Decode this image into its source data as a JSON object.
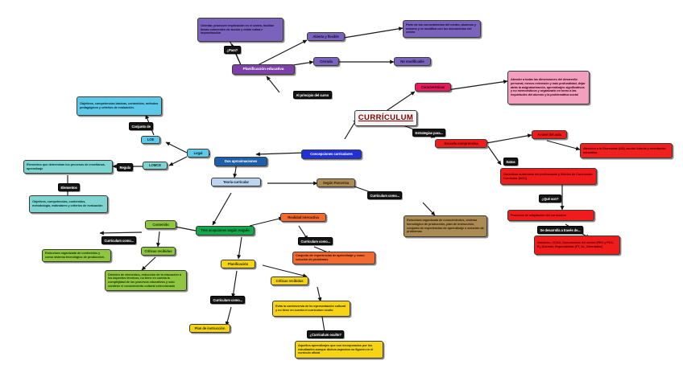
{
  "diagram": {
    "title": "CURRÍCULUM",
    "type": "concept-map",
    "language": "es"
  },
  "nodes": {
    "curriculum": "CURRÍCULUM",
    "planificacion_educativa": "Planificación educativa",
    "orientar": "Orientar, promover implicación en el centro, facilitar líneas coherentes de acción y evitar rutina e improvisación",
    "abierta_flexible": "Abierta y flexible",
    "parte_conocimientos": "Parte de los conocimientos del centro, alumnos y entorno y se modifica con los documentos del centro",
    "cerrada": "Cerrada",
    "no_modificable": "No modificable",
    "caracteristicas": "Características",
    "atender_dimensiones": "Atender a todas las dimensiones del desarrollo personal, menos extensión y más profundidad, dejar atrás la asignaturización, aprendizajes significativos y no memorísticos y organizarlo en torno a las inquietudes del alumno y la problemática social",
    "escuela_comprensiva": "Escuela comprensiva",
    "nivel_aula": "A nivel del aula",
    "atencion_diversidad": "Atención a la Diversidad (AD), acción tutorial y orientación educativa.",
    "garantizar_autonomia": "Garantizar autonomía del profesorado y Niveles de Concreción Curricular (NCC)",
    "procesos_adaptacion": "Procesos de adaptación del currículum",
    "gobierno_ccaa": "Gobierno, CCAA, Documentos del centro (PEC y PCC-E), Docente, Especialistas (PT, AL, Orientador)",
    "concepciones": "Concepciones curriculares",
    "dos_aproximaciones": "Dos aproximaciones",
    "legal": "Legal",
    "loe": "LOE",
    "lomce": "LOMCE",
    "objetivos_loe": "Objetivos, competencias básicas, contenidos, métodos pedagógicos y criterios de evaluación.",
    "elementos_determinan": "Elementos que determinan los procesos de enseñanza-aprendizaje",
    "objetivos_lomce": "Objetivos, competencias, contenidos, metodología, estándares y criterios de evaluación",
    "teoria_curricular": "Teoría curricular",
    "segun_parcerisa": "Según Parcerisa",
    "estructura_organizada_larga": "Estructura organizada de conocimientos, sistema tecnológico de producción, plan de instrucción, conjunto de experiencias de aprendizaje o solución de problemas",
    "tres_acepciones": "Tres acepciones según Angulo",
    "contenido": "Contenido",
    "criticas_contenido": "Críticas recibidas",
    "estructura_organizada": "Estructura organizada de contenidos y como sistema tecnológico de producción.",
    "omision_elementos": "Omisión de elementos, reducción de la educación a los aspectos técnicos, no tiene en cuenta la complejidad de los procesos educativos y solo contiene el conocimiento cultural seleccionado",
    "planificacion": "Planificación",
    "plan_instruccion": "Plan de instrucción",
    "criticas_planificacion": "Críticas recibidas",
    "evita_controversia": "Evita la controversia de la representación cultural y no tiene en cuenta el currículum oculto",
    "aquellos_aprendizajes": "Aquellos aprendizajes que son incorporados por los estudiantes aunque dichos aspectos no figuren en el currículo oficial",
    "realidad_interactiva": "Realidad interactiva",
    "conjunto_experiencias": "Conjunto de experiencias de aprendizaje y como solución de problemas"
  },
  "link_labels": {
    "para": "¿Para?",
    "al_principio": "Al principio del curso",
    "estrategias_para": "Estrategias para...",
    "datos": "Datos",
    "que_son": "¿Qué son?",
    "se_desarrolla": "Se desarrolla a través de...",
    "conjunto_de": "Conjunto de",
    "regula": "Regula",
    "elementos": "Elementos",
    "curriculum_como_1": "Currículum como...",
    "curriculum_como_2": "Currículum como...",
    "curriculum_como_3": "Currículum como...",
    "curriculum_como_4": "Currículum como...",
    "curriculum_oculto": "¿Currículum oculto?"
  },
  "colors": {
    "purple": "#7b63bd",
    "purple_dark": "#7d3fa8",
    "crimson": "#e8195c",
    "pink": "#f2a0bd",
    "red": "#f01c1c",
    "cyan": "#5ec8e8",
    "teal": "#7fd4cf",
    "blue": "#2130d8",
    "blue_dark": "#1d5fa8",
    "pale_blue": "#bcd4ee",
    "green": "#13a64b",
    "green_light": "#8fc63f",
    "orange": "#f26a30",
    "yellow": "#f5d416",
    "brown": "#ab8b54",
    "title": "#8b0000",
    "link": "#1a1a1a"
  }
}
